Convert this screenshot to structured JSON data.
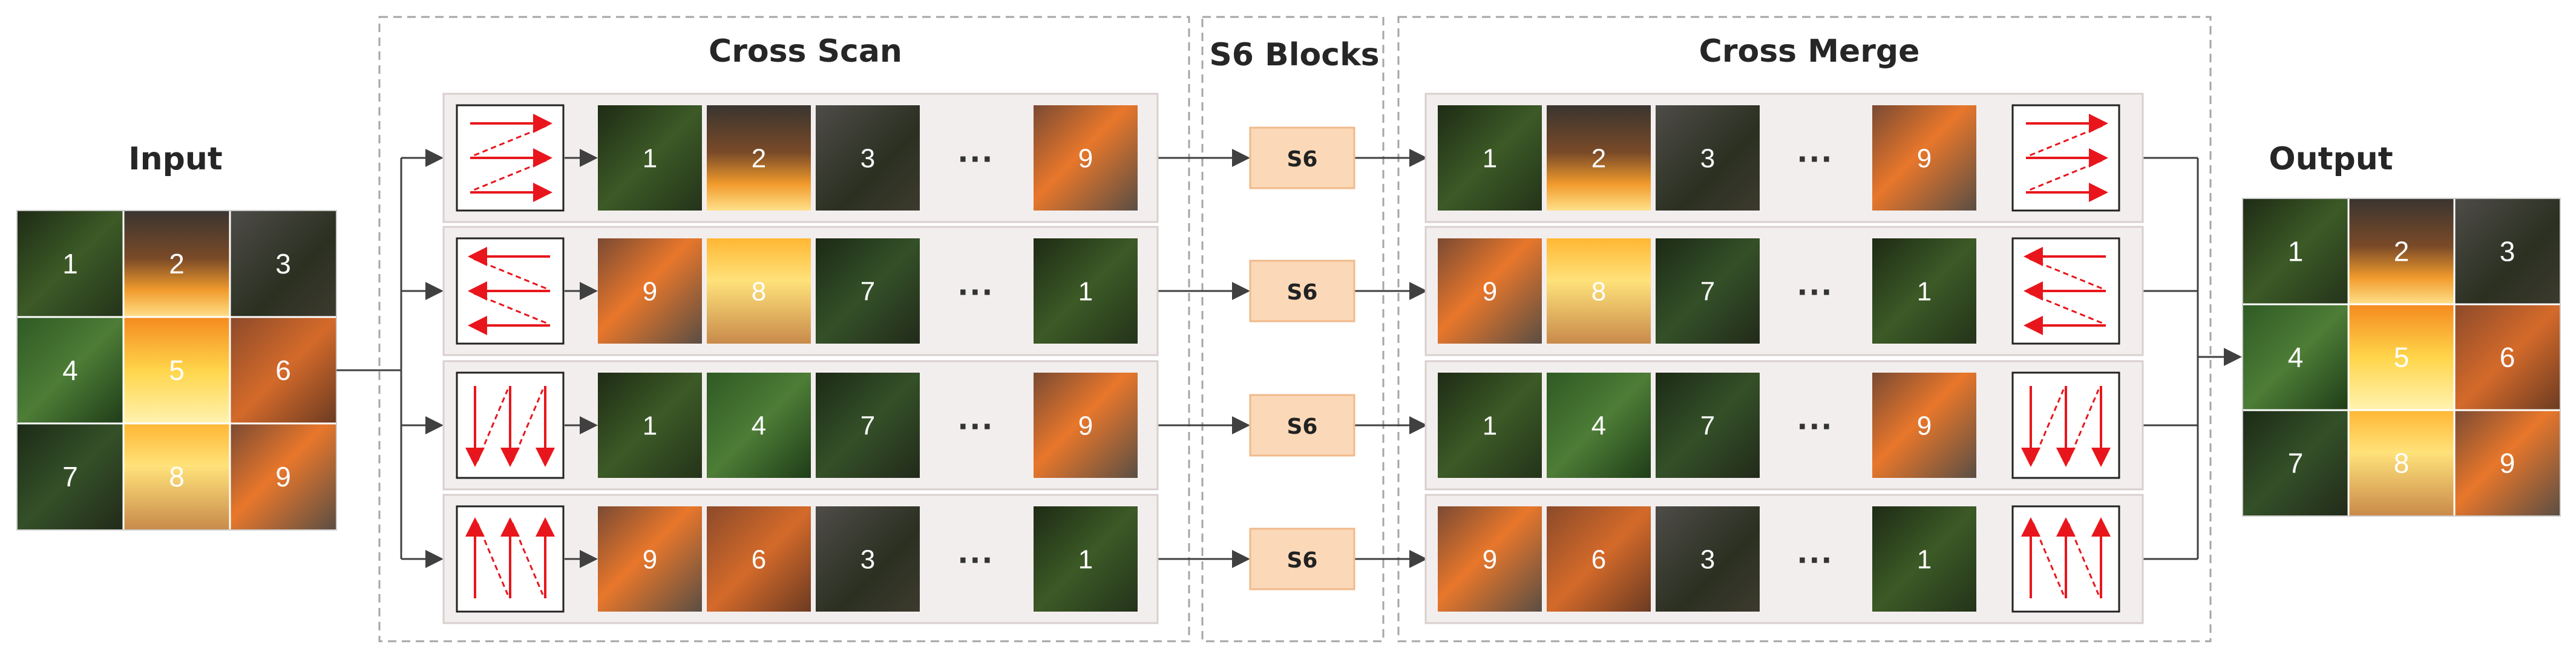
{
  "input": {
    "title": "Input",
    "grid": [
      "1",
      "2",
      "3",
      "4",
      "5",
      "6",
      "7",
      "8",
      "9"
    ]
  },
  "output": {
    "title": "Output",
    "grid": [
      "1",
      "2",
      "3",
      "4",
      "5",
      "6",
      "7",
      "8",
      "9"
    ]
  },
  "cross_scan": {
    "title": "Cross Scan"
  },
  "s6_blocks": {
    "title": "S6 Blocks",
    "block_label": "S6"
  },
  "cross_merge": {
    "title": "Cross Merge"
  },
  "ellipsis": "···",
  "rows": [
    {
      "direction": "row-major left-to-right",
      "sequence": [
        "1",
        "2",
        "3",
        "9"
      ]
    },
    {
      "direction": "row-major right-to-left (reversed)",
      "sequence": [
        "9",
        "8",
        "7",
        "1"
      ]
    },
    {
      "direction": "column-major top-to-bottom",
      "sequence": [
        "1",
        "4",
        "7",
        "9"
      ]
    },
    {
      "direction": "column-major bottom-to-top (reversed)",
      "sequence": [
        "9",
        "6",
        "3",
        "1"
      ]
    }
  ],
  "colors": {
    "panel_fill": "#f3eeee",
    "panel_stroke": "#d9cfcf",
    "s6_fill": "#fbd9b8",
    "s6_stroke": "#f0b98a",
    "arrow_red": "#e8161c",
    "connector": "#404040",
    "dashed_frame": "#a6a6a6"
  }
}
